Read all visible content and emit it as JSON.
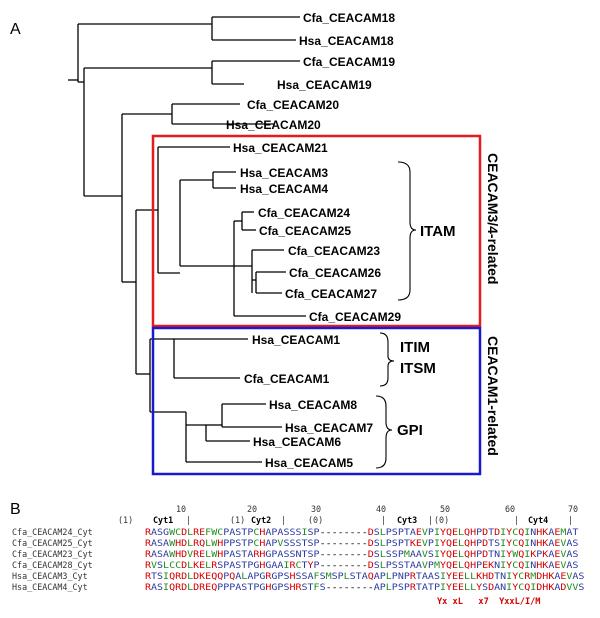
{
  "panel_a": {
    "label": "A",
    "leaves": [
      {
        "label": "Cfa_CEACAM18"
      },
      {
        "label": "Hsa_CEACAM18"
      },
      {
        "label": "Cfa_CEACAM19"
      },
      {
        "label": "Hsa_CEACAM19"
      },
      {
        "label": "Cfa_CEACAM20"
      },
      {
        "label": "Hsa_CEACAM20"
      },
      {
        "label": "Hsa_CEACAM21"
      },
      {
        "label": "Hsa_CEACAM3"
      },
      {
        "label": "Hsa_CEACAM4"
      },
      {
        "label": "Cfa_CEACAM24"
      },
      {
        "label": "Cfa_CEACAM25"
      },
      {
        "label": "Cfa_CEACAM23"
      },
      {
        "label": "Cfa_CEACAM26"
      },
      {
        "label": "Cfa_CEACAM27"
      },
      {
        "label": "Cfa_CEACAM29"
      },
      {
        "label": "Hsa_CEACAM1"
      },
      {
        "label": "Cfa_CEACAM1"
      },
      {
        "label": "Hsa_CEACAM8"
      },
      {
        "label": "Hsa_CEACAM7"
      },
      {
        "label": "Hsa_CEACAM6"
      },
      {
        "label": "Hsa_CEACAM5"
      }
    ],
    "groups": {
      "itam": "ITAM",
      "itim": "ITIM",
      "itsm": "ITSM",
      "gpi": "GPI",
      "ceacam34": "CEACAM3/4-related",
      "ceacam1": "CEACAM1-related"
    },
    "colors": {
      "red_box": "#e41a1c",
      "blue_box": "#1a1acc"
    }
  },
  "panel_b": {
    "label": "B",
    "ruler": {
      "n10": "10",
      "n20": "20",
      "n30": "30",
      "n40": "40",
      "n50": "50",
      "n60": "60",
      "n70": "70"
    },
    "markers": {
      "p1a": "(1)",
      "p1b": "(1)",
      "p0a": "(0)",
      "p0b": "(0)"
    },
    "segments": {
      "cyt1": "Cyt1",
      "cyt2": "Cyt2",
      "cyt3": "Cyt3",
      "cyt4": "Cyt4"
    },
    "rows": [
      {
        "name": "Cfa_CEACAM24_Cyt",
        "seq": "RASGWCDLREFWCPASTPCHAPASSSISP--------DSLPSPTAEVPIYQELQHPDTDIYCQINHKAEMAT"
      },
      {
        "name": "Cfa_CEACAM25_Cyt",
        "seq": "RASAWHDLRQLWHPPSTPCHAPVSSSTSP--------DSLPSPTKEVPIYQELQHPDTSIYCQINHKAEVAS"
      },
      {
        "name": "Cfa_CEACAM23_Cyt",
        "seq": "RASAWHDVRELWHPASTARHGPASSNTSP--------DSLSSPMAAVSIYQELQHPDTNIYWQIKPKAEVAS"
      },
      {
        "name": "Cfa_CEACAM28_Cyt",
        "seq": "RVSLCCDLKELRSPASTPGHGAAIRCTYP--------DSLPSSTAAVPMYQELQHPEKNIYCQINHKAEVAS"
      },
      {
        "name": "Hsa_CEACAM3_Cyt",
        "seq": "RTSIQRDLDKEQQPQALAPGRGPSHSSAFSMSPLSTAQAPLPNPRTAASIYEELLKHDTNIYCRMDHKAEVAS"
      },
      {
        "name": "Hsa_CEACAM4_Cyt",
        "seq": "RASIQRDLDREQPPPASTPGHGPSHRSTFS--------APLPSPRTATPIYEELLYSDANIYCQIDHKADVVS"
      }
    ],
    "motif": "Yx xL   x7  YxxL/I/M",
    "colors": {
      "blue": "#2a3aa0",
      "green": "#1f8f1f",
      "red": "#d40000",
      "black": "#000000"
    }
  }
}
